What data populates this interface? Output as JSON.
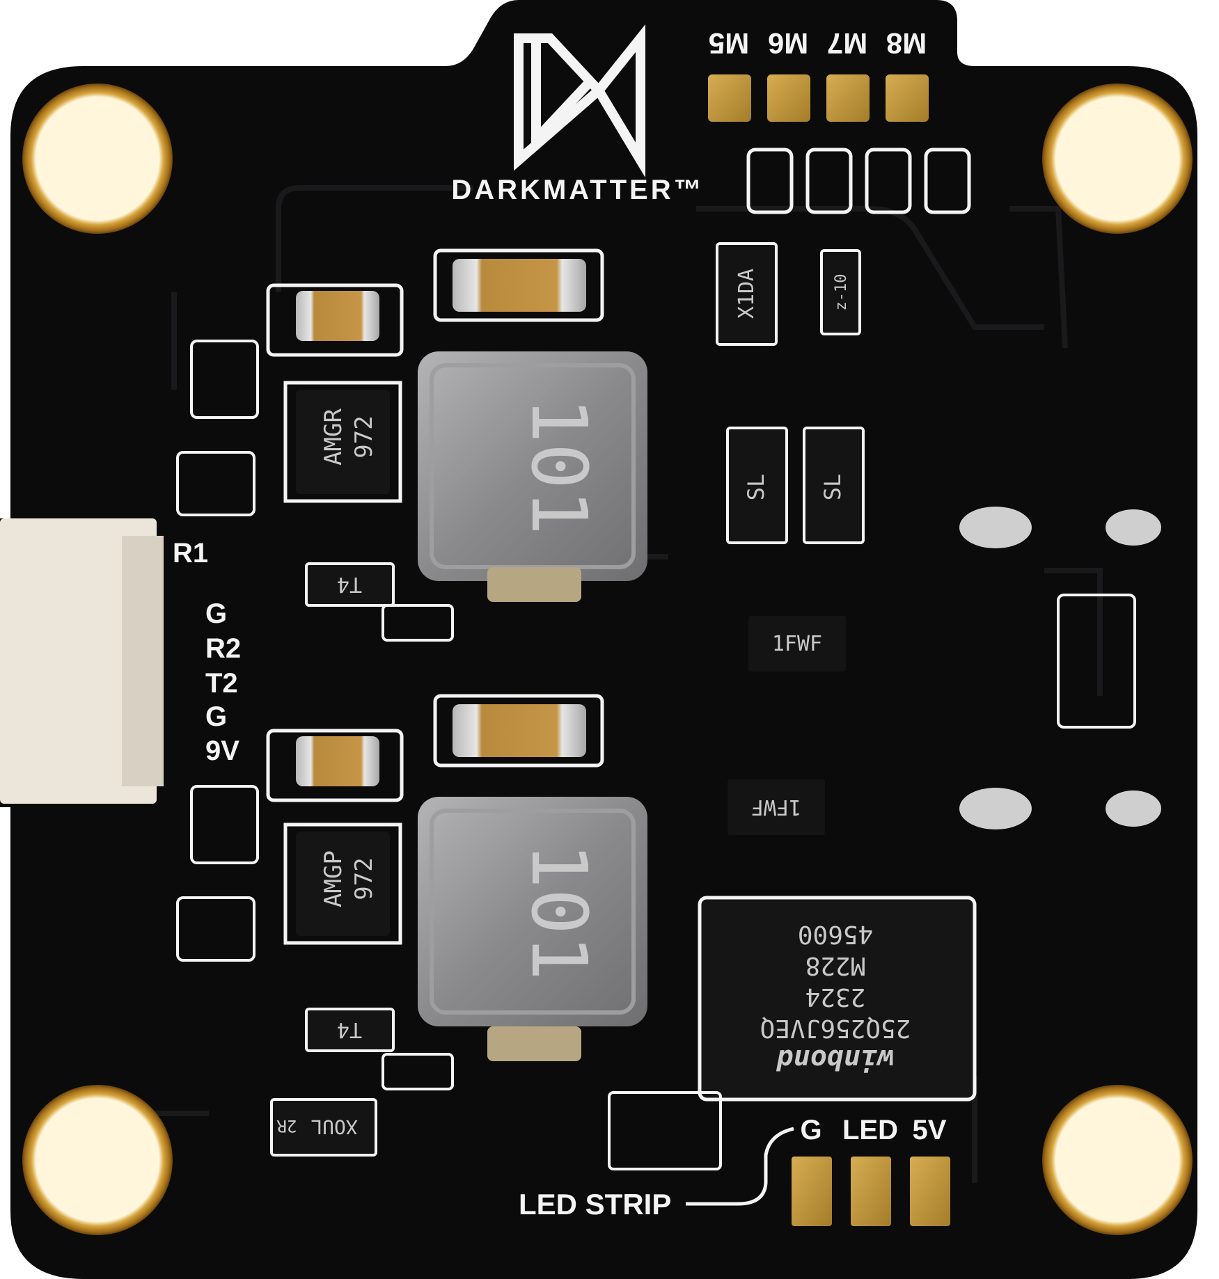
{
  "brand": {
    "name": "DARKMATTER™"
  },
  "motor_pads": [
    "M8",
    "M7",
    "M6",
    "M5"
  ],
  "connector_pins": [
    "R1",
    "G",
    "R2",
    "T2",
    "G",
    "9V"
  ],
  "led_pads": [
    "G",
    "LED",
    "5V"
  ],
  "led_strip_label": "LED STRIP",
  "components": {
    "regulator_top_marking": [
      "AMGR",
      "972"
    ],
    "regulator_bottom_marking": [
      "AMGP",
      "972"
    ],
    "inductor_marking": "101",
    "transistor_top": "T4",
    "transistor_bottom": "T4",
    "diode_marking": "SL",
    "sot_top_right": "X1DA",
    "small_sot": "z-10",
    "fwf_top": "1FWF",
    "fwf_bottom": "1FWF",
    "xoul_chip": [
      "XOUL",
      "2R"
    ],
    "flash_marking": [
      "45600",
      "M228",
      "2324",
      "25Q256JVEQ"
    ],
    "flash_brand": "winbond"
  },
  "colors": {
    "pcb": "#0b0b0c",
    "silkscreen": "#f4f4f4",
    "gold": "#c8a24a",
    "ring_gold": "#b88a2a",
    "inductor": "#8d8d8f"
  }
}
